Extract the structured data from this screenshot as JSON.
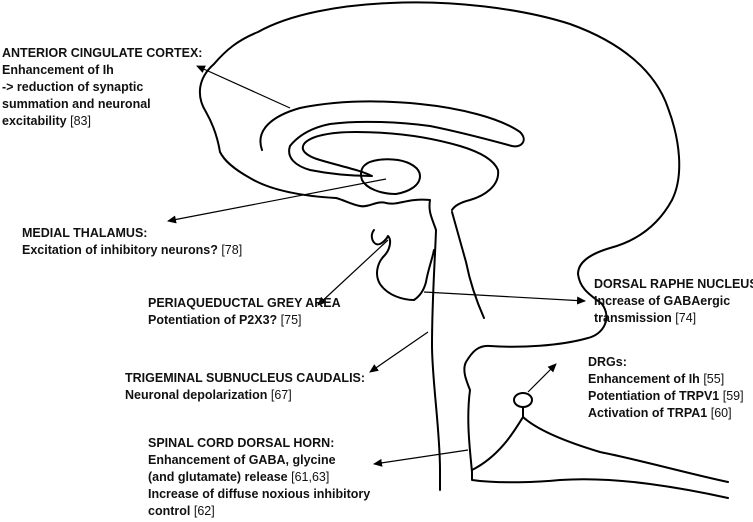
{
  "labels": {
    "acc": {
      "lines": [
        {
          "text": "ANTERIOR CINGULATE CORTEX:",
          "ref": ""
        },
        {
          "text": "Enhancement of Ih",
          "ref": ""
        },
        {
          "text": "-> reduction of synaptic",
          "ref": ""
        },
        {
          "text": "summation and neuronal",
          "ref": ""
        },
        {
          "text": "excitability",
          "ref": "[83]"
        }
      ]
    },
    "thalamus": {
      "lines": [
        {
          "text": "MEDIAL THALAMUS:",
          "ref": ""
        },
        {
          "text": "Excitation of inhibitory neurons?",
          "ref": "[78]"
        }
      ]
    },
    "pag": {
      "lines": [
        {
          "text": "PERIAQUEDUCTAL GREY AREA",
          "ref": ""
        },
        {
          "text": "Potentiation of P2X3?",
          "ref": "[75]"
        }
      ]
    },
    "raphe": {
      "lines": [
        {
          "text": "DORSAL RAPHE NUCLEUS",
          "ref": ""
        },
        {
          "text": "Increase of GABAergic",
          "ref": ""
        },
        {
          "text": "transmission",
          "ref": "[74]"
        }
      ]
    },
    "trigeminal": {
      "lines": [
        {
          "text": "TRIGEMINAL SUBNUCLEUS CAUDALIS:",
          "ref": ""
        },
        {
          "text": "Neuronal depolarization",
          "ref": "[67]"
        }
      ]
    },
    "drg": {
      "lines": [
        {
          "text": "DRGs:",
          "ref": ""
        },
        {
          "text": "Enhancement of Ih",
          "ref": "[55]"
        },
        {
          "text": "Potentiation of TRPV1",
          "ref": "[59]"
        },
        {
          "text": "Activation of TRPA1",
          "ref": "[60]"
        }
      ]
    },
    "spinal": {
      "lines": [
        {
          "text": "SPINAL CORD DORSAL HORN:",
          "ref": ""
        },
        {
          "text": "Enhancement of GABA, glycine",
          "ref": ""
        },
        {
          "text": "(and glutamate) release",
          "ref": "[61,63]"
        },
        {
          "text": "Increase of diffuse noxious inhibitory",
          "ref": ""
        },
        {
          "text": "control",
          "ref": "[62]"
        }
      ]
    }
  }
}
